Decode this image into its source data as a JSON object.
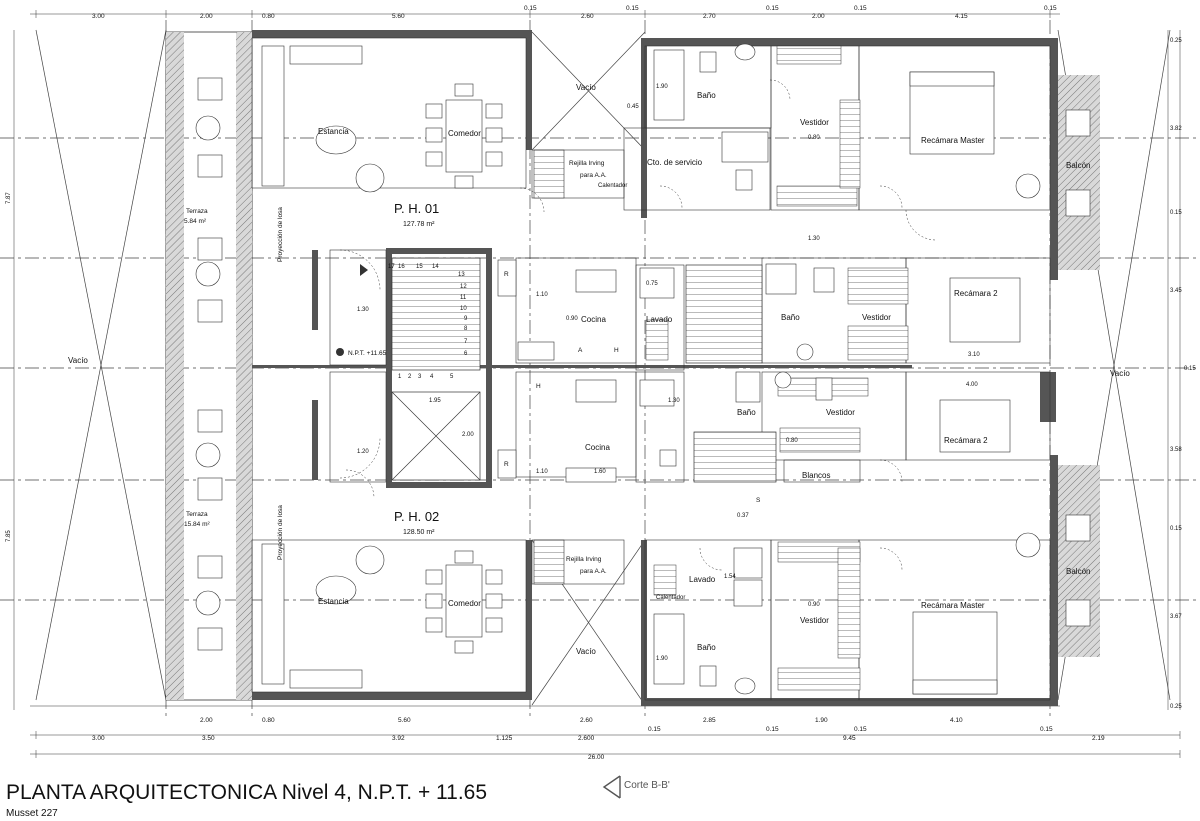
{
  "drawing": {
    "title": "PLANTA ARQUITECTONICA Nivel 4, N.P.T. + 11.65",
    "subtitle": "Musset 227",
    "section_marker": "Corte B-B'"
  },
  "units": [
    {
      "name": "P. H. 01",
      "area": "127.78 m²"
    },
    {
      "name": "P. H. 02",
      "area": "128.50 m²"
    }
  ],
  "rooms": {
    "estancia": "Estancia",
    "comedor": "Comedor",
    "terraza": "Terraza",
    "terraza_area_top": "5.84 m²",
    "terraza_area_bottom": "15.84 m²",
    "proyeccion_losa": "Proyección de losa",
    "vacio": "Vacío",
    "rejilla_line1": "Rejilla Irving",
    "rejilla_line2": "para A.A.",
    "calentador": "Calentador",
    "cto_servicio": "Cto. de servicio",
    "bano": "Baño",
    "vestidor": "Vestidor",
    "recamara_master": "Recámara Master",
    "recamara_2": "Recámara 2",
    "balcon": "Balcón",
    "cocina": "Cocina",
    "lavado": "Lavado",
    "blancos": "Blancos",
    "npt": "N.P.T. +11.65"
  },
  "dimensions": {
    "top": [
      "3.00",
      "2.00",
      "0.80",
      "5.60",
      "0.15",
      "2.60",
      "0.15",
      "2.70",
      "0.15",
      "2.00",
      "0.15",
      "4.15",
      "0.15"
    ],
    "bottom_row1": [
      "2.00",
      "0.80",
      "5.60",
      "2.60",
      "0.15",
      "2.85",
      "0.15",
      "1.90",
      "0.15",
      "4.10",
      "0.15"
    ],
    "bottom_row2": [
      "3.00",
      "3.50",
      "3.92",
      "1.125",
      "2.600",
      "9.45",
      "2.19"
    ],
    "overall": "26.00",
    "left": [
      "7.87",
      "7.85"
    ],
    "right": [
      "0.25",
      "3.82",
      "0.15",
      "3.45",
      "0.15",
      "3.58",
      "0.15",
      "3.67",
      "0.25"
    ],
    "interior": [
      "0.45",
      "1.90",
      "0.80",
      "1.30",
      "1.30",
      "1.10",
      "0.90",
      "0.75",
      "1.95",
      "2.00",
      "1.20",
      "1.10",
      "1.60",
      "1.30",
      "0.80",
      "0.37",
      "1.54",
      "0.90",
      "1.90",
      "3.10",
      "4.00"
    ]
  },
  "stair_numbers": [
    "1",
    "2",
    "3",
    "4",
    "5",
    "6",
    "7",
    "8",
    "9",
    "10",
    "11",
    "12",
    "13",
    "14",
    "15",
    "16",
    "17"
  ],
  "kitchen_marks": [
    "R",
    "A",
    "H",
    "S"
  ]
}
